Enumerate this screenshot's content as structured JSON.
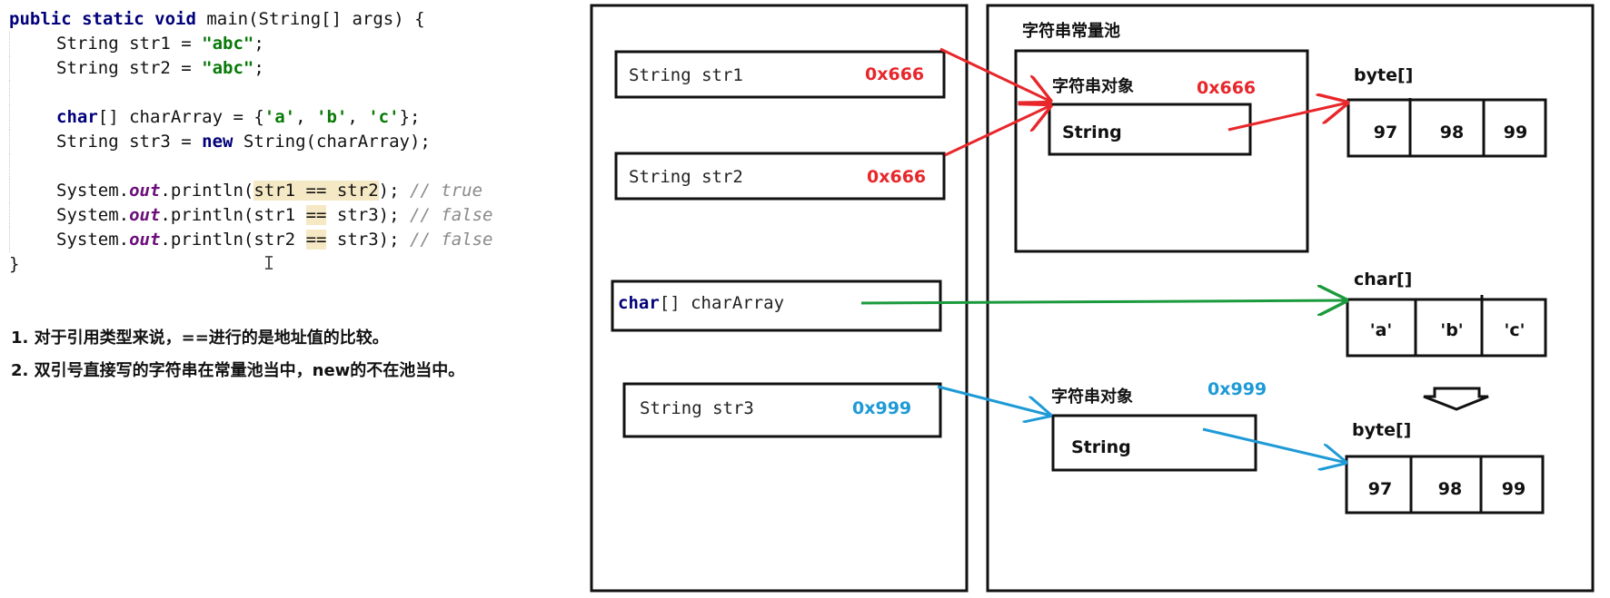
{
  "code": {
    "lines": [
      [
        "public static void",
        " main(String[] args) {"
      ],
      [
        "String str1 = ",
        "\"abc\"",
        ";"
      ],
      [
        "String str2 = ",
        "\"abc\"",
        ";"
      ],
      [
        "char",
        "[] charArray = {",
        "'a'",
        ", ",
        "'b'",
        ", ",
        "'c'",
        "};"
      ],
      [
        "String str3 = ",
        "new",
        " String(charArray);"
      ],
      [
        "System.",
        "out",
        ".println(",
        "str1 == str2",
        "); ",
        "// true"
      ],
      [
        "System.",
        "out",
        ".println(str1 ",
        "==",
        " str3); ",
        "// false"
      ],
      [
        "System.",
        "out",
        ".println(str2 ",
        "==",
        " str3); ",
        "// false"
      ],
      [
        "}"
      ]
    ],
    "cursor": "I"
  },
  "notes": [
    "1. 对于引用类型来说，==进行的是地址值的比较。",
    "2. 双引号直接写的字符串在常量池当中，new的不在池当中。"
  ],
  "stack": {
    "str1": {
      "label": "String str1",
      "addr": "0x666"
    },
    "str2": {
      "label": "String str2",
      "addr": "0x666"
    },
    "charArray": {
      "type": "char",
      "label": "[] charArray"
    },
    "str3": {
      "label": "String str3",
      "addr": "0x999"
    }
  },
  "heap": {
    "pool_title": "字符串常量池",
    "pool_object": {
      "title": "字符串对象",
      "addr": "0x666",
      "inner": "String"
    },
    "byte_array_1": {
      "title": "byte[]",
      "cells": [
        "97",
        "98",
        "99"
      ]
    },
    "char_array": {
      "title": "char[]",
      "cells": [
        "'a'",
        "'b'",
        "'c'"
      ]
    },
    "heap_object": {
      "title": "字符串对象",
      "addr": "0x999",
      "inner": "String"
    },
    "byte_array_2": {
      "title": "byte[]",
      "cells": [
        "97",
        "98",
        "99"
      ]
    }
  },
  "colors": {
    "red": "#e8272b",
    "green": "#1b9a3d",
    "blue": "#1e9ad6"
  }
}
